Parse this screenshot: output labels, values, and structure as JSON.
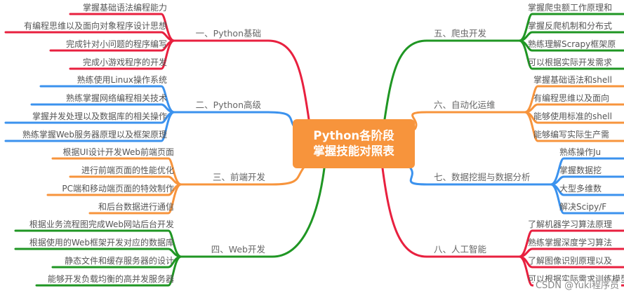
{
  "root": {
    "title_line1": "Python各阶段",
    "title_line2": "掌握技能对照表",
    "color": "#f7943c"
  },
  "branches": [
    {
      "label": "一、Python基础",
      "side": "left",
      "color": "#e8203f",
      "items": [
        "掌握基础语法编程能力",
        "有编程思维以及面向对象程序设计思想",
        "完成针对小问题的程序编写",
        "完成小游戏程序的开发"
      ]
    },
    {
      "label": "二、Python高级",
      "side": "left",
      "color": "#3b92ee",
      "items": [
        "熟练使用Linux操作系统",
        "熟练掌握网络编程相关技术",
        "掌握并发处理以及数据库的相关操作",
        "熟练掌握Web服务器原理以及框架原理"
      ]
    },
    {
      "label": "三、前端开发",
      "side": "left",
      "color": "#f7943c",
      "items": [
        "根据UI设计开发Web前端页面",
        "进行前端页面的性能优化",
        "PC端和移动端页面的特效制作",
        "和后台数据进行通信"
      ]
    },
    {
      "label": "四、Web开发",
      "side": "left",
      "color": "#1f9623",
      "items": [
        "根据业务流程图完成Web网站后台开发",
        "根据使用的Web框架开发对应的数据库",
        "静态文件和缓存服务器的设计",
        "能够开发负载均衡的高并发服务器"
      ]
    },
    {
      "label": "五、爬虫开发",
      "side": "right",
      "color": "#1f9623",
      "items": [
        "掌握爬虫额工作原理和",
        "掌握反爬机制和分布式",
        "熟练理解Scrapy框架原",
        "可以根据实际开发需求"
      ]
    },
    {
      "label": "六、自动化运维",
      "side": "right",
      "color": "#f7943c",
      "items": [
        "掌握基础语法和shell",
        "有编程思维以及面向",
        "能够使用标准的shell",
        "能够编写实际生产需"
      ]
    },
    {
      "label": "七、数据挖掘与数据分析",
      "side": "right",
      "color": "#3b92ee",
      "items": [
        "熟练操作Ju",
        "掌握数据挖",
        "大型多维数",
        "解决Scipy/F"
      ]
    },
    {
      "label": "八、人工智能",
      "side": "right",
      "color": "#e8203f",
      "items": [
        "了解机器学习算法原理",
        "熟练掌握深度学习算法",
        "了解图像识别原理以及",
        "可以根据实际需求训练模型"
      ]
    }
  ],
  "watermark": "CSDN @Yuki程序员"
}
